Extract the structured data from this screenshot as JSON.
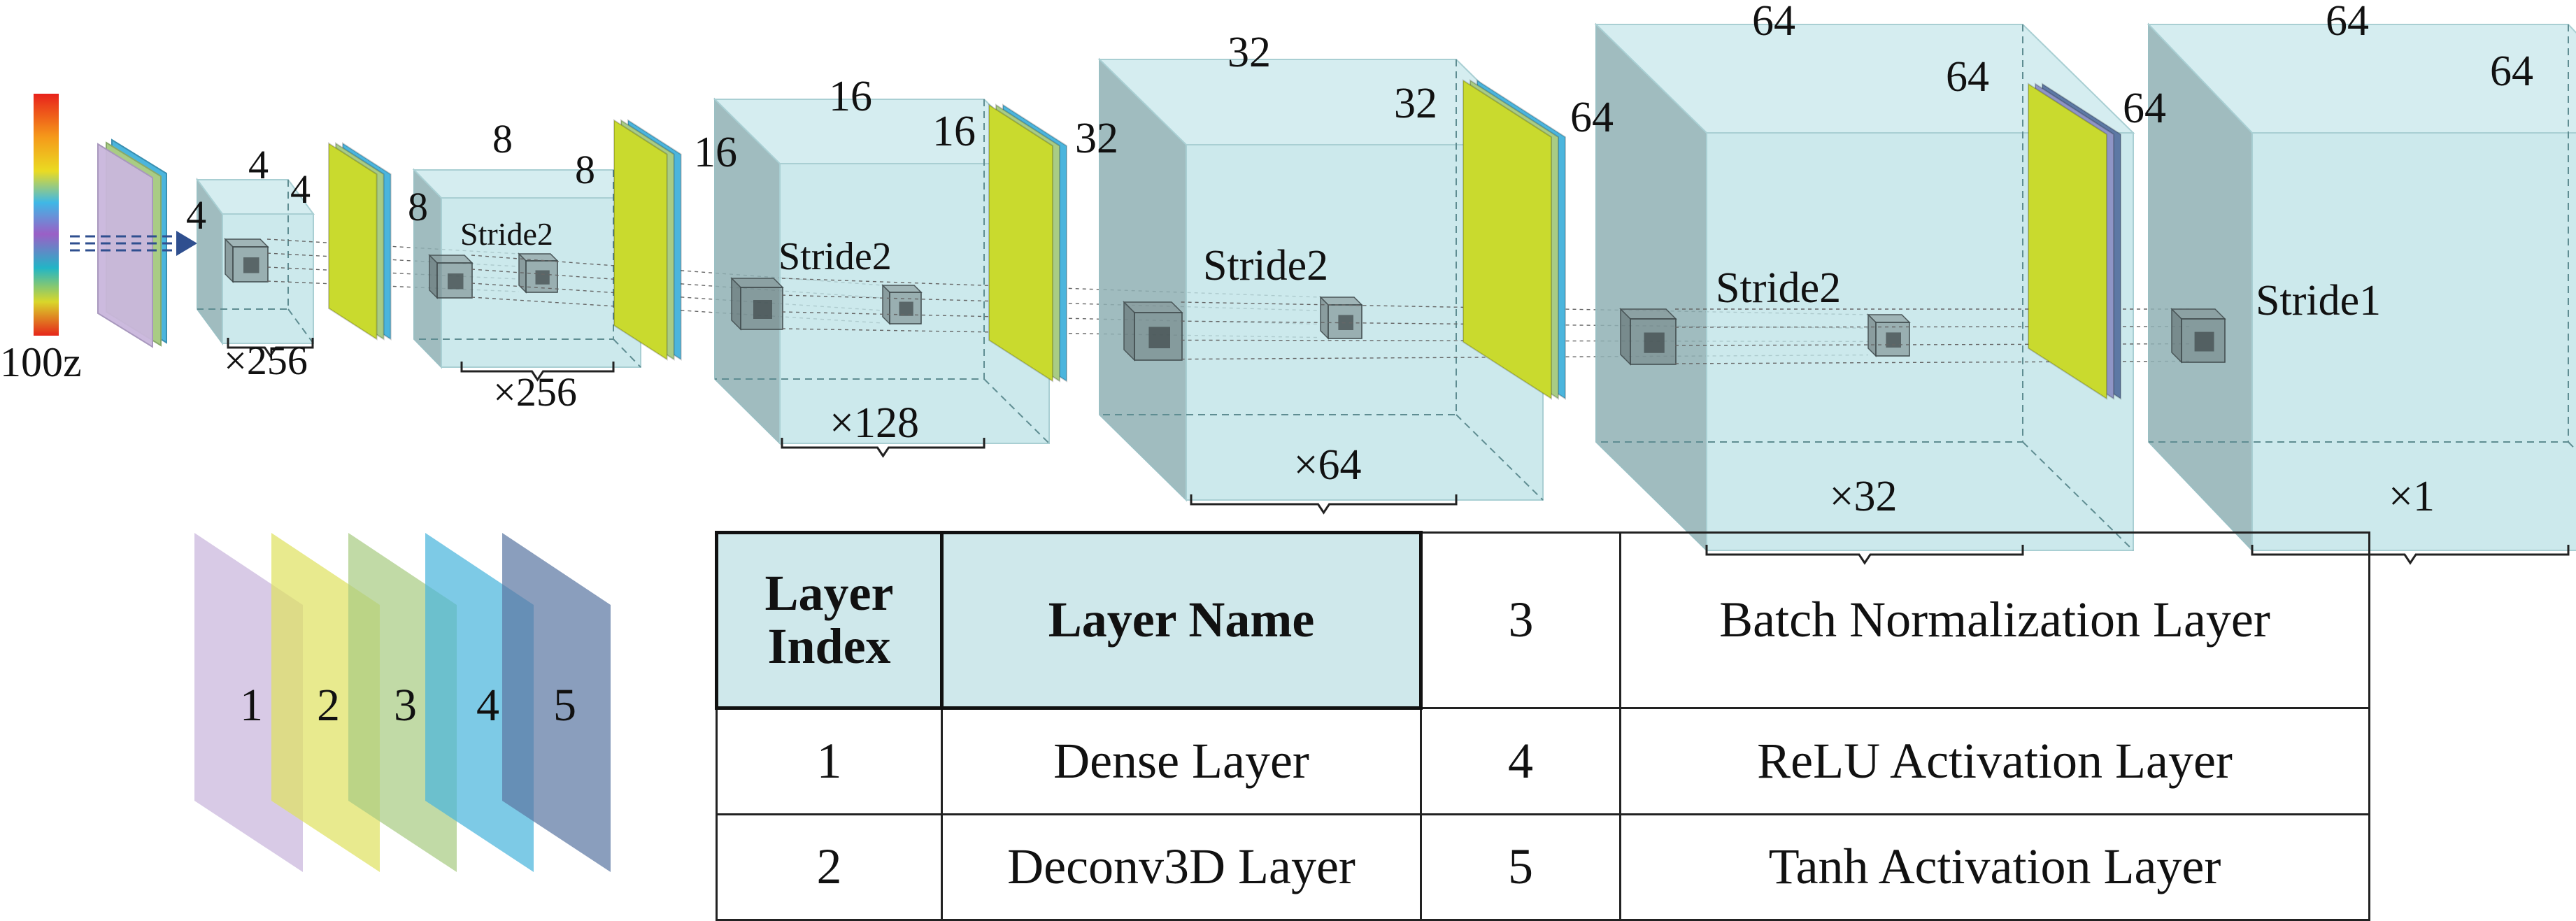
{
  "colorbar": {
    "label": "100z"
  },
  "blocks": [
    {
      "id": "b1",
      "depth_label": "4",
      "height_label": "4",
      "width_label": "4",
      "stride_label": "",
      "mult_label": "×256"
    },
    {
      "id": "b2",
      "depth_label": "8",
      "height_label": "8",
      "width_label": "8",
      "stride_label": "Stride2",
      "mult_label": "×256"
    },
    {
      "id": "b3",
      "depth_label": "16",
      "height_label": "16",
      "width_label": "16",
      "stride_label": "Stride2",
      "mult_label": "×128"
    },
    {
      "id": "b4",
      "depth_label": "32",
      "height_label": "32",
      "width_label": "32",
      "stride_label": "Stride2",
      "mult_label": "×64"
    },
    {
      "id": "b5",
      "depth_label": "64",
      "height_label": "64",
      "width_label": "64",
      "stride_label": "Stride2",
      "mult_label": "×32"
    },
    {
      "id": "b6",
      "depth_label": "64",
      "height_label": "64",
      "width_label": "64",
      "stride_label": "Stride1",
      "mult_label": "×1"
    }
  ],
  "legend_planes": [
    {
      "index": "1",
      "color": "#c9b6dc"
    },
    {
      "index": "2",
      "color": "#dfe263"
    },
    {
      "index": "3",
      "color": "#a9cc84"
    },
    {
      "index": "4",
      "color": "#4bb5dd"
    },
    {
      "index": "5",
      "color": "#5d78a4"
    }
  ],
  "table": {
    "header": {
      "index": "Layer Index",
      "name": "Layer Name"
    },
    "rows": [
      {
        "index": "3",
        "name": "Batch Normalization Layer"
      },
      {
        "index": "1",
        "name": "Dense Layer"
      },
      {
        "index": "4",
        "name": "ReLU Activation Layer"
      },
      {
        "index": "2",
        "name": "Deconv3D Layer"
      },
      {
        "index": "5",
        "name": "Tanh Activation Layer"
      }
    ]
  },
  "colors": {
    "cube_face": "#bfe3e7",
    "cube_top": "#d3ecef",
    "cube_side": "#8fb0b4",
    "layer_dense": "#c9b6dc",
    "layer_deconv": "#c9da2e",
    "layer_bn": "#a9cc84",
    "layer_relu": "#4bb5dd",
    "layer_tanh": "#5d78a4",
    "table_header": "#cfe8eb"
  }
}
